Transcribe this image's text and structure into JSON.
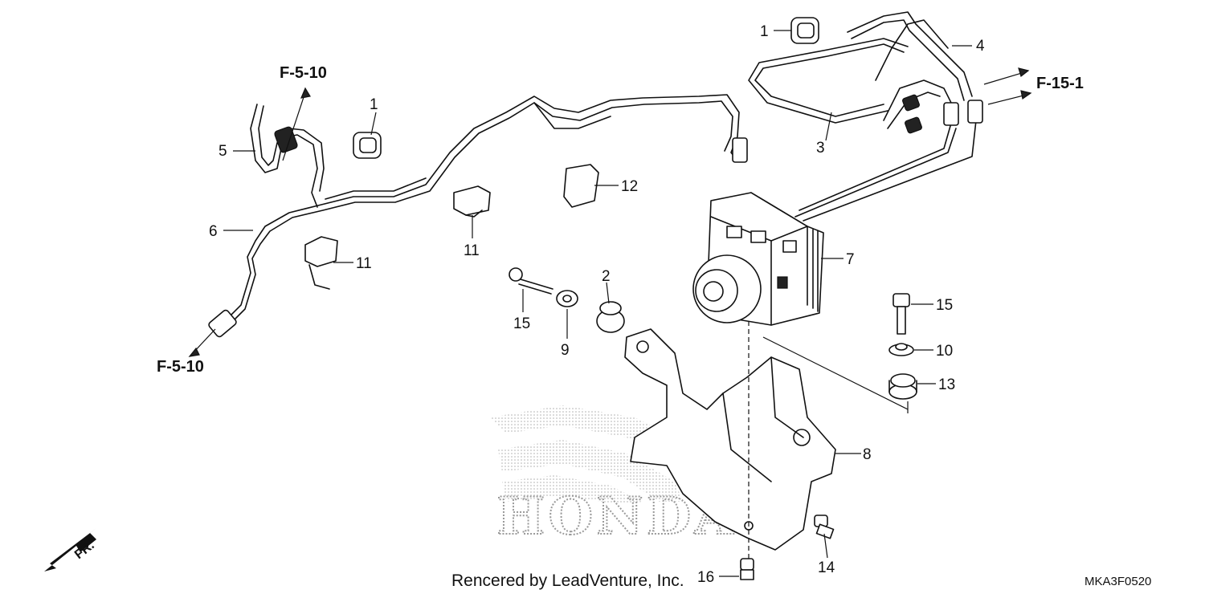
{
  "callouts": {
    "c1a": "1",
    "c1b": "1",
    "c2": "2",
    "c3": "3",
    "c4": "4",
    "c5": "5",
    "c6": "6",
    "c7": "7",
    "c8": "8",
    "c9": "9",
    "c10": "10",
    "c11a": "11",
    "c11b": "11",
    "c12": "12",
    "c13": "13",
    "c14": "14",
    "c15a": "15",
    "c15b": "15",
    "c16": "16"
  },
  "references": {
    "top_left": "F-5-10",
    "bottom_left": "F-5-10",
    "top_right": "F-15-1"
  },
  "front_indicator": "FR.",
  "watermark": "HONDA",
  "footer": {
    "credit": "Rencered by LeadVenture, Inc.",
    "diagram_code": "MKA3F0520"
  }
}
